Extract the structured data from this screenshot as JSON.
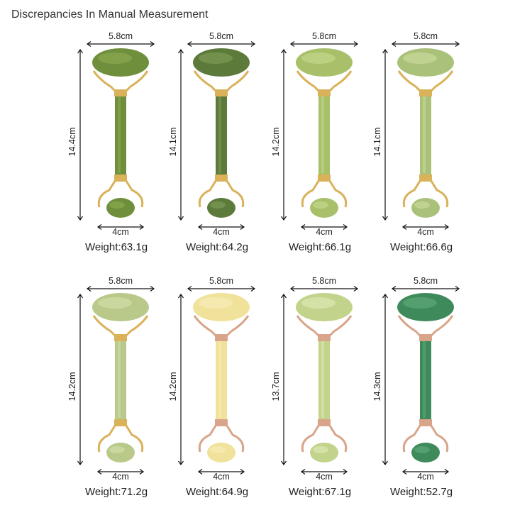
{
  "title": "Discrepancies In Manual Measurement",
  "products": [
    {
      "top": "5.8cm",
      "height": "14.4cm",
      "bottom": "4cm",
      "weight": "Weight:63.1g",
      "stone": "#6f8f3c",
      "stone_light": "#8aa84e",
      "metal": "#d9b25a"
    },
    {
      "top": "5.8cm",
      "height": "14.1cm",
      "bottom": "4cm",
      "weight": "Weight:64.2g",
      "stone": "#5c7a3a",
      "stone_light": "#7f9a55",
      "metal": "#d9b25a"
    },
    {
      "top": "5.8cm",
      "height": "14.2cm",
      "bottom": "4cm",
      "weight": "Weight:66.1g",
      "stone": "#a8c06a",
      "stone_light": "#c3d78a",
      "metal": "#d9b25a"
    },
    {
      "top": "5.8cm",
      "height": "14.1cm",
      "bottom": "4cm",
      "weight": "Weight:66.6g",
      "stone": "#aac17a",
      "stone_light": "#c9d99a",
      "metal": "#d9b25a"
    },
    {
      "top": "5.8cm",
      "height": "14.2cm",
      "bottom": "4cm",
      "weight": "Weight:71.2g",
      "stone": "#b8c98a",
      "stone_light": "#d2dea8",
      "metal": "#d9b25a"
    },
    {
      "top": "5.8cm",
      "height": "14.2cm",
      "bottom": "4cm",
      "weight": "Weight:64.9g",
      "stone": "#f0e29a",
      "stone_light": "#f7edb8",
      "metal": "#d8a58a"
    },
    {
      "top": "5.8cm",
      "height": "13.7cm",
      "bottom": "4cm",
      "weight": "Weight:67.1g",
      "stone": "#c2d38c",
      "stone_light": "#dde8b2",
      "metal": "#d8a58a"
    },
    {
      "top": "5.8cm",
      "height": "14.3cm",
      "bottom": "4cm",
      "weight": "Weight:52.7g",
      "stone": "#3f8a5a",
      "stone_light": "#5fa777",
      "metal": "#d8a58a"
    }
  ]
}
